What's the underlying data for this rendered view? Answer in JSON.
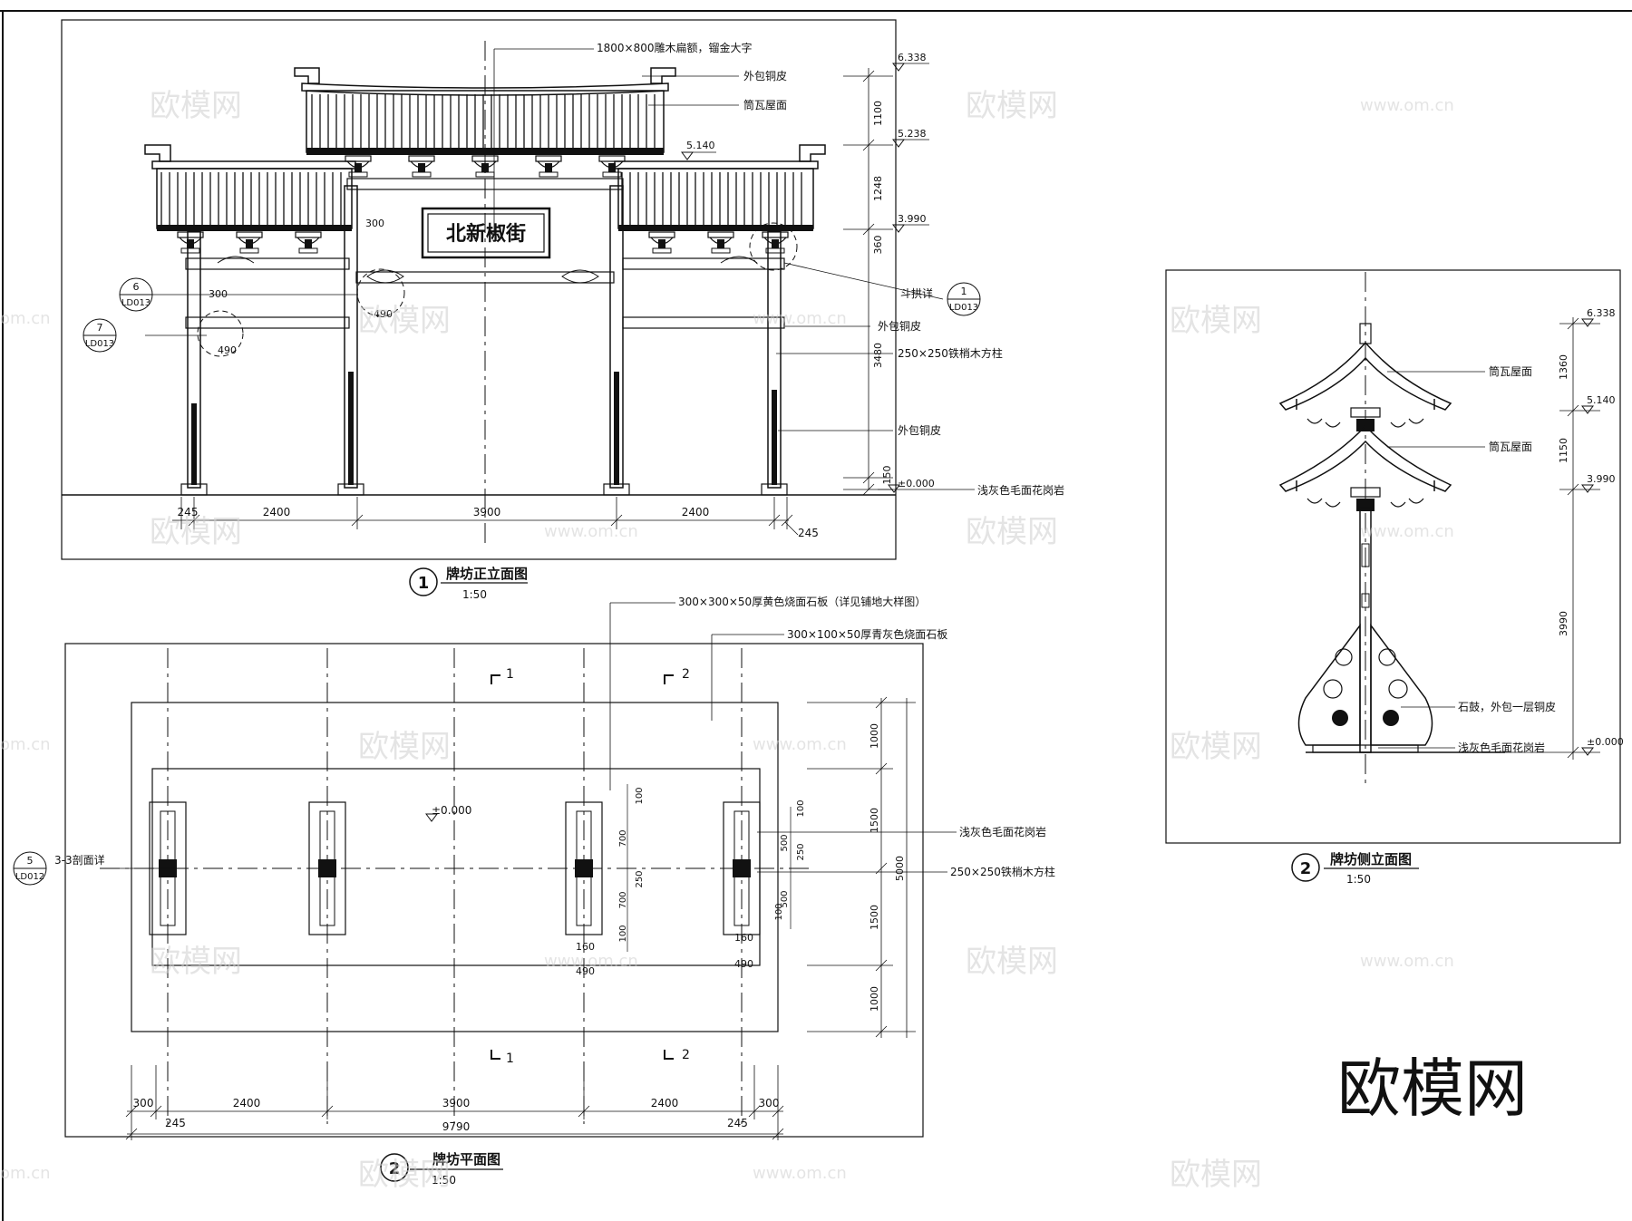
{
  "front_elevation": {
    "title": "牌坊正立面图",
    "scale": "1:50",
    "index": "1",
    "sign_text": "北新椒街",
    "notes": [
      "1800×800雕木扁额，镏金大字",
      "外包铜皮",
      "筒瓦屋面",
      "斗拱详",
      "外包铜皮",
      "250×250铁梢木方柱",
      "外包铜皮",
      "浅灰色毛面花岗岩"
    ],
    "levels": [
      "6.338",
      "5.238",
      "5.140",
      "3.990",
      "±0.000"
    ],
    "vertical_dims": [
      "1100",
      "1248",
      "360",
      "3480",
      "150"
    ],
    "horizontal_dims": [
      "245",
      "2400",
      "3900",
      "2400",
      "245"
    ],
    "small_dims": [
      "300",
      "300",
      "490",
      "490"
    ],
    "detail_refs": [
      {
        "num": "6",
        "sheet": "LD013"
      },
      {
        "num": "7",
        "sheet": "LD013"
      },
      {
        "num": "1",
        "sheet": "LD013"
      }
    ]
  },
  "plan": {
    "title": "牌坊平面图",
    "scale": "1:50",
    "index": "2",
    "notes": [
      "300×300×50厚黄色烧面石板（详见铺地大样图）",
      "300×100×50厚青灰色烧面石板",
      "浅灰色毛面花岗岩",
      "250×250铁梢木方柱"
    ],
    "section_ref": {
      "num": "5",
      "sheet": "LD012",
      "label": "3-3剖面详"
    },
    "level": "±0.000",
    "section_marks": [
      "1",
      "2",
      "1",
      "2"
    ],
    "right_dims": [
      "1000",
      "1500",
      "5000",
      "1500",
      "1000"
    ],
    "inner_dims": [
      "100",
      "700",
      "250",
      "700",
      "100",
      "100",
      "500",
      "250",
      "500",
      "100"
    ],
    "bottom_small": [
      "160",
      "490",
      "160",
      "490"
    ],
    "bottom_dims": [
      "300",
      "2400",
      "3900",
      "2400",
      "300"
    ],
    "bottom_small2": [
      "245",
      "245"
    ],
    "total": "9790"
  },
  "side_elevation": {
    "title": "牌坊侧立面图",
    "scale": "1:50",
    "index": "2",
    "notes": [
      "筒瓦屋面",
      "筒瓦屋面",
      "石鼓，外包一层铜皮",
      "浅灰色毛面花岗岩"
    ],
    "levels": [
      "6.338",
      "5.140",
      "3.990",
      "±0.000"
    ],
    "dims": [
      "1360",
      "1150",
      "3990"
    ]
  },
  "watermarks": {
    "cn": "欧模网",
    "url": "www.om.cn",
    "partial": "om.cn"
  },
  "logo": "欧模网"
}
